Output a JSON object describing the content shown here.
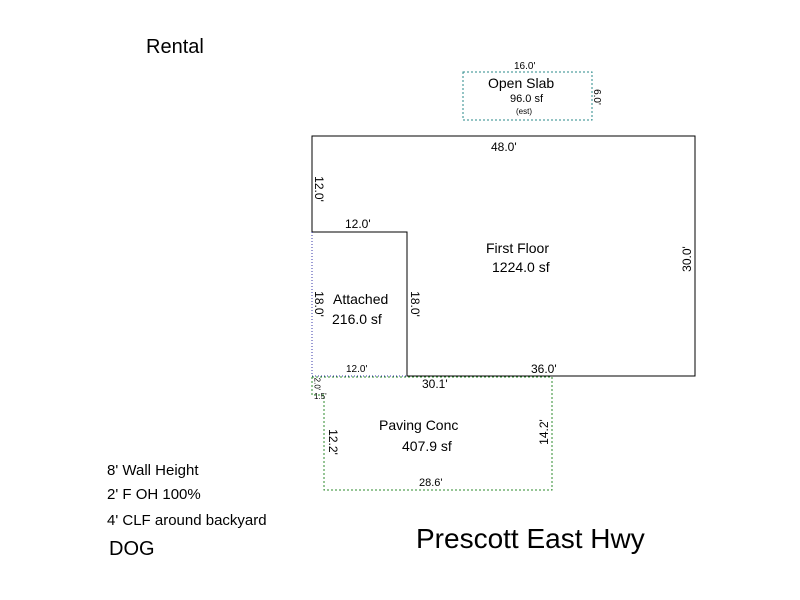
{
  "header": {
    "label": "Rental"
  },
  "street": {
    "name": "Prescott East Hwy"
  },
  "notes": [
    "8' Wall Height",
    "2' F OH 100%",
    "4' CLF around backyard",
    "DOG"
  ],
  "areas": {
    "open_slab": {
      "name": "Open Slab",
      "area": "96.0 sf",
      "est": "(est)",
      "top": "16.0'",
      "side": "6.0'"
    },
    "first_floor": {
      "name": "First Floor",
      "area": "1224.0 sf",
      "top": "48.0'",
      "right": "30.0'",
      "bottom": "36.0'",
      "left": "12.0'"
    },
    "attached": {
      "name": "Attached",
      "area": "216.0 sf",
      "top": "12.0'",
      "left": "18.0'",
      "right": "18.0'",
      "bottom": "12.0'"
    },
    "paving": {
      "name": "Paving Conc",
      "area": "407.9 sf",
      "top": "30.1'",
      "left": "12.2'",
      "right": "14.2'",
      "bottom": "28.6'",
      "small_a": "2.0'",
      "small_b": "1.5'"
    }
  },
  "colors": {
    "building": "#000000",
    "attached": "#3a3aa8",
    "paving": "#2e8b2e",
    "slab": "#2a8a8a"
  }
}
